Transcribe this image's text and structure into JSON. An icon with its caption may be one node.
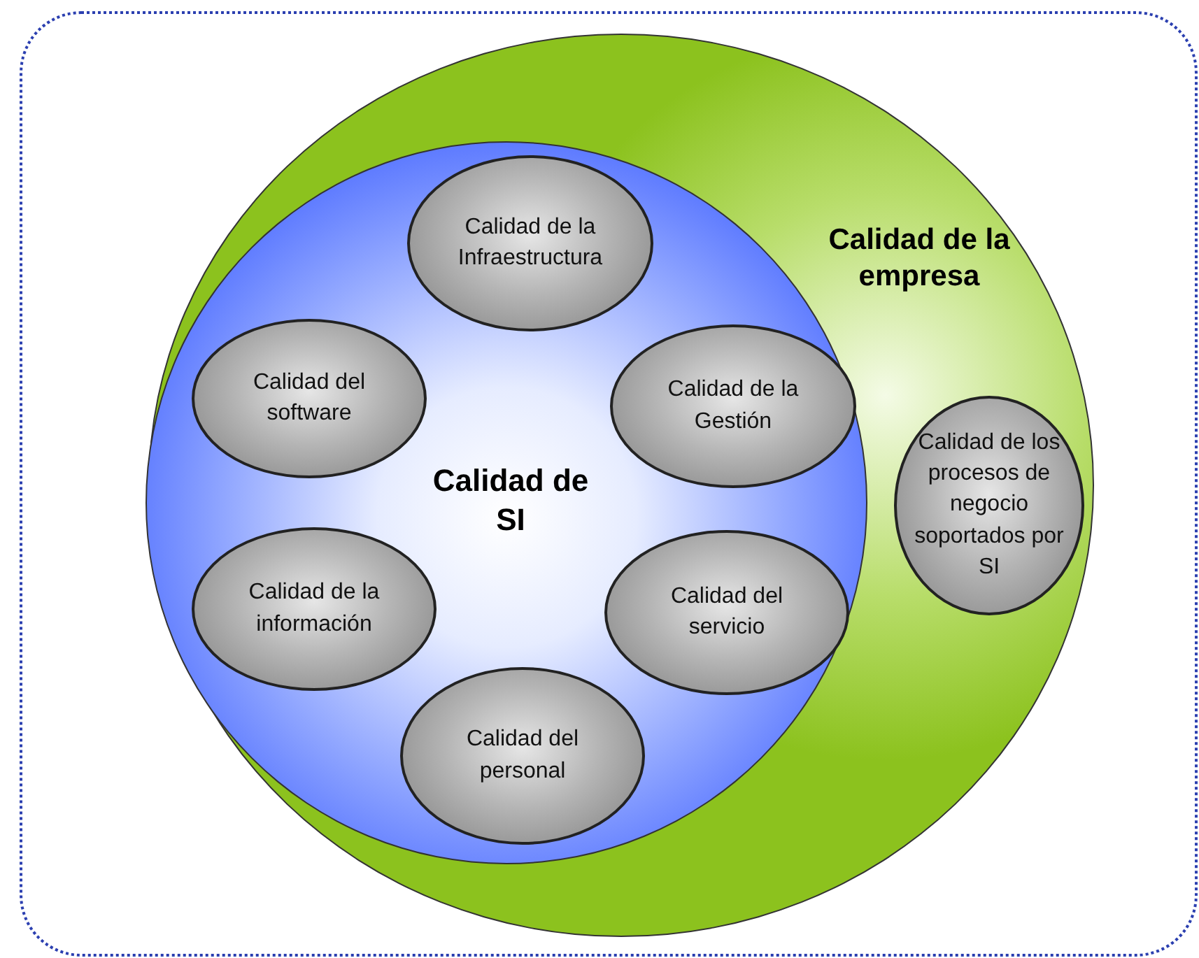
{
  "diagram": {
    "nodes": [
      {
        "text": [],
        "shape": "box"
      },
      {
        "text": [
          "Calidad de la empresa"
        ],
        "in": 0
      },
      {
        "text": [
          "Calidad de SI"
        ],
        "in": 1
      },
      {
        "text": [
          "Calidad de la Infraestructura"
        ],
        "in": 2
      },
      {
        "text": [
          "Calidad del software"
        ],
        "in": 2
      },
      {
        "text": [
          "Calidad de la Gestión"
        ],
        "in": 2
      },
      {
        "text": [
          "Calidad de la información"
        ],
        "in": 2
      },
      {
        "text": [
          "Calidad del servicio"
        ],
        "in": 2
      },
      {
        "text": [
          "Calidad del personal"
        ],
        "in": 2
      },
      {
        "text": [
          "Calidad de los procesos de negocio soportados por SI"
        ],
        "in": 1
      }
    ]
  }
}
